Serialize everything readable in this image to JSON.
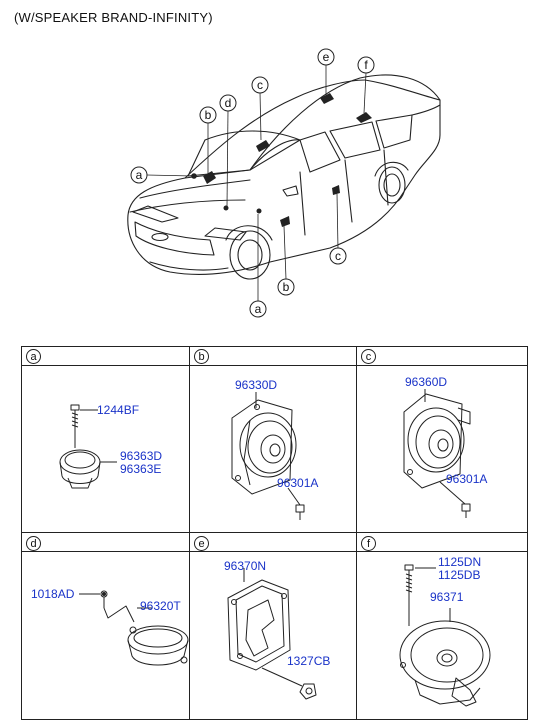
{
  "title": "(W/SPEAKER BRAND-INFINITY)",
  "callouts": [
    "a",
    "b",
    "c",
    "d",
    "e",
    "f",
    "c",
    "b",
    "a"
  ],
  "sections": [
    {
      "letter": "a",
      "parts": [
        "1244BF",
        "96363D",
        "96363E"
      ]
    },
    {
      "letter": "b",
      "parts": [
        "96330D",
        "96301A"
      ]
    },
    {
      "letter": "c",
      "parts": [
        "96360D",
        "96301A"
      ]
    },
    {
      "letter": "d",
      "parts": [
        "1018AD",
        "96320T"
      ]
    },
    {
      "letter": "e",
      "parts": [
        "96370N",
        "1327CB"
      ]
    },
    {
      "letter": "f",
      "parts": [
        "1125DN",
        "1125DB",
        "96371"
      ]
    }
  ],
  "colors": {
    "part_number": "#1a33c8",
    "line": "#222222"
  }
}
